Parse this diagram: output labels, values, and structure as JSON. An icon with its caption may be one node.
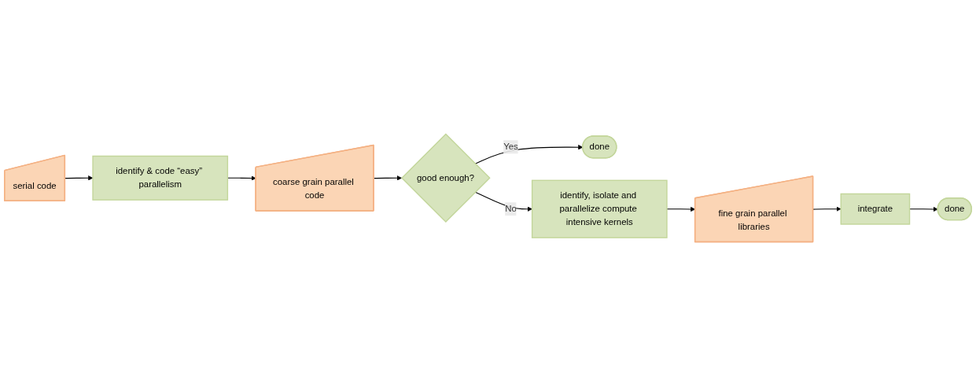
{
  "diagram": {
    "nodes": [
      {
        "text": [
          "serial code"
        ]
      },
      {
        "text": [
          "identify & code “easy” parallelism"
        ]
      },
      {
        "text": [
          "coarse grain parallel code"
        ]
      },
      {
        "text": [
          "good enough?"
        ]
      },
      {
        "text": [
          "done"
        ]
      },
      {
        "text": [
          "identify, isolate and parallelize compute intensive kernels"
        ]
      },
      {
        "text": [
          "fine grain parallel libraries"
        ]
      },
      {
        "text": [
          "integrate"
        ]
      },
      {
        "text": [
          "done"
        ]
      }
    ],
    "edges": [
      {
        "from": 0,
        "to": 1,
        "arrow": "to"
      },
      {
        "from": 1,
        "to": 2,
        "arrow": "to"
      },
      {
        "from": 2,
        "to": 3,
        "arrow": "to"
      },
      {
        "from": 3,
        "to": 4,
        "label": "Yes",
        "arrow": "to"
      },
      {
        "from": 3,
        "to": 5,
        "label": "No",
        "arrow": "to"
      },
      {
        "from": 5,
        "to": 6,
        "arrow": "to"
      },
      {
        "from": 6,
        "to": 7,
        "arrow": "to"
      },
      {
        "from": 7,
        "to": 8,
        "arrow": "to"
      }
    ]
  }
}
